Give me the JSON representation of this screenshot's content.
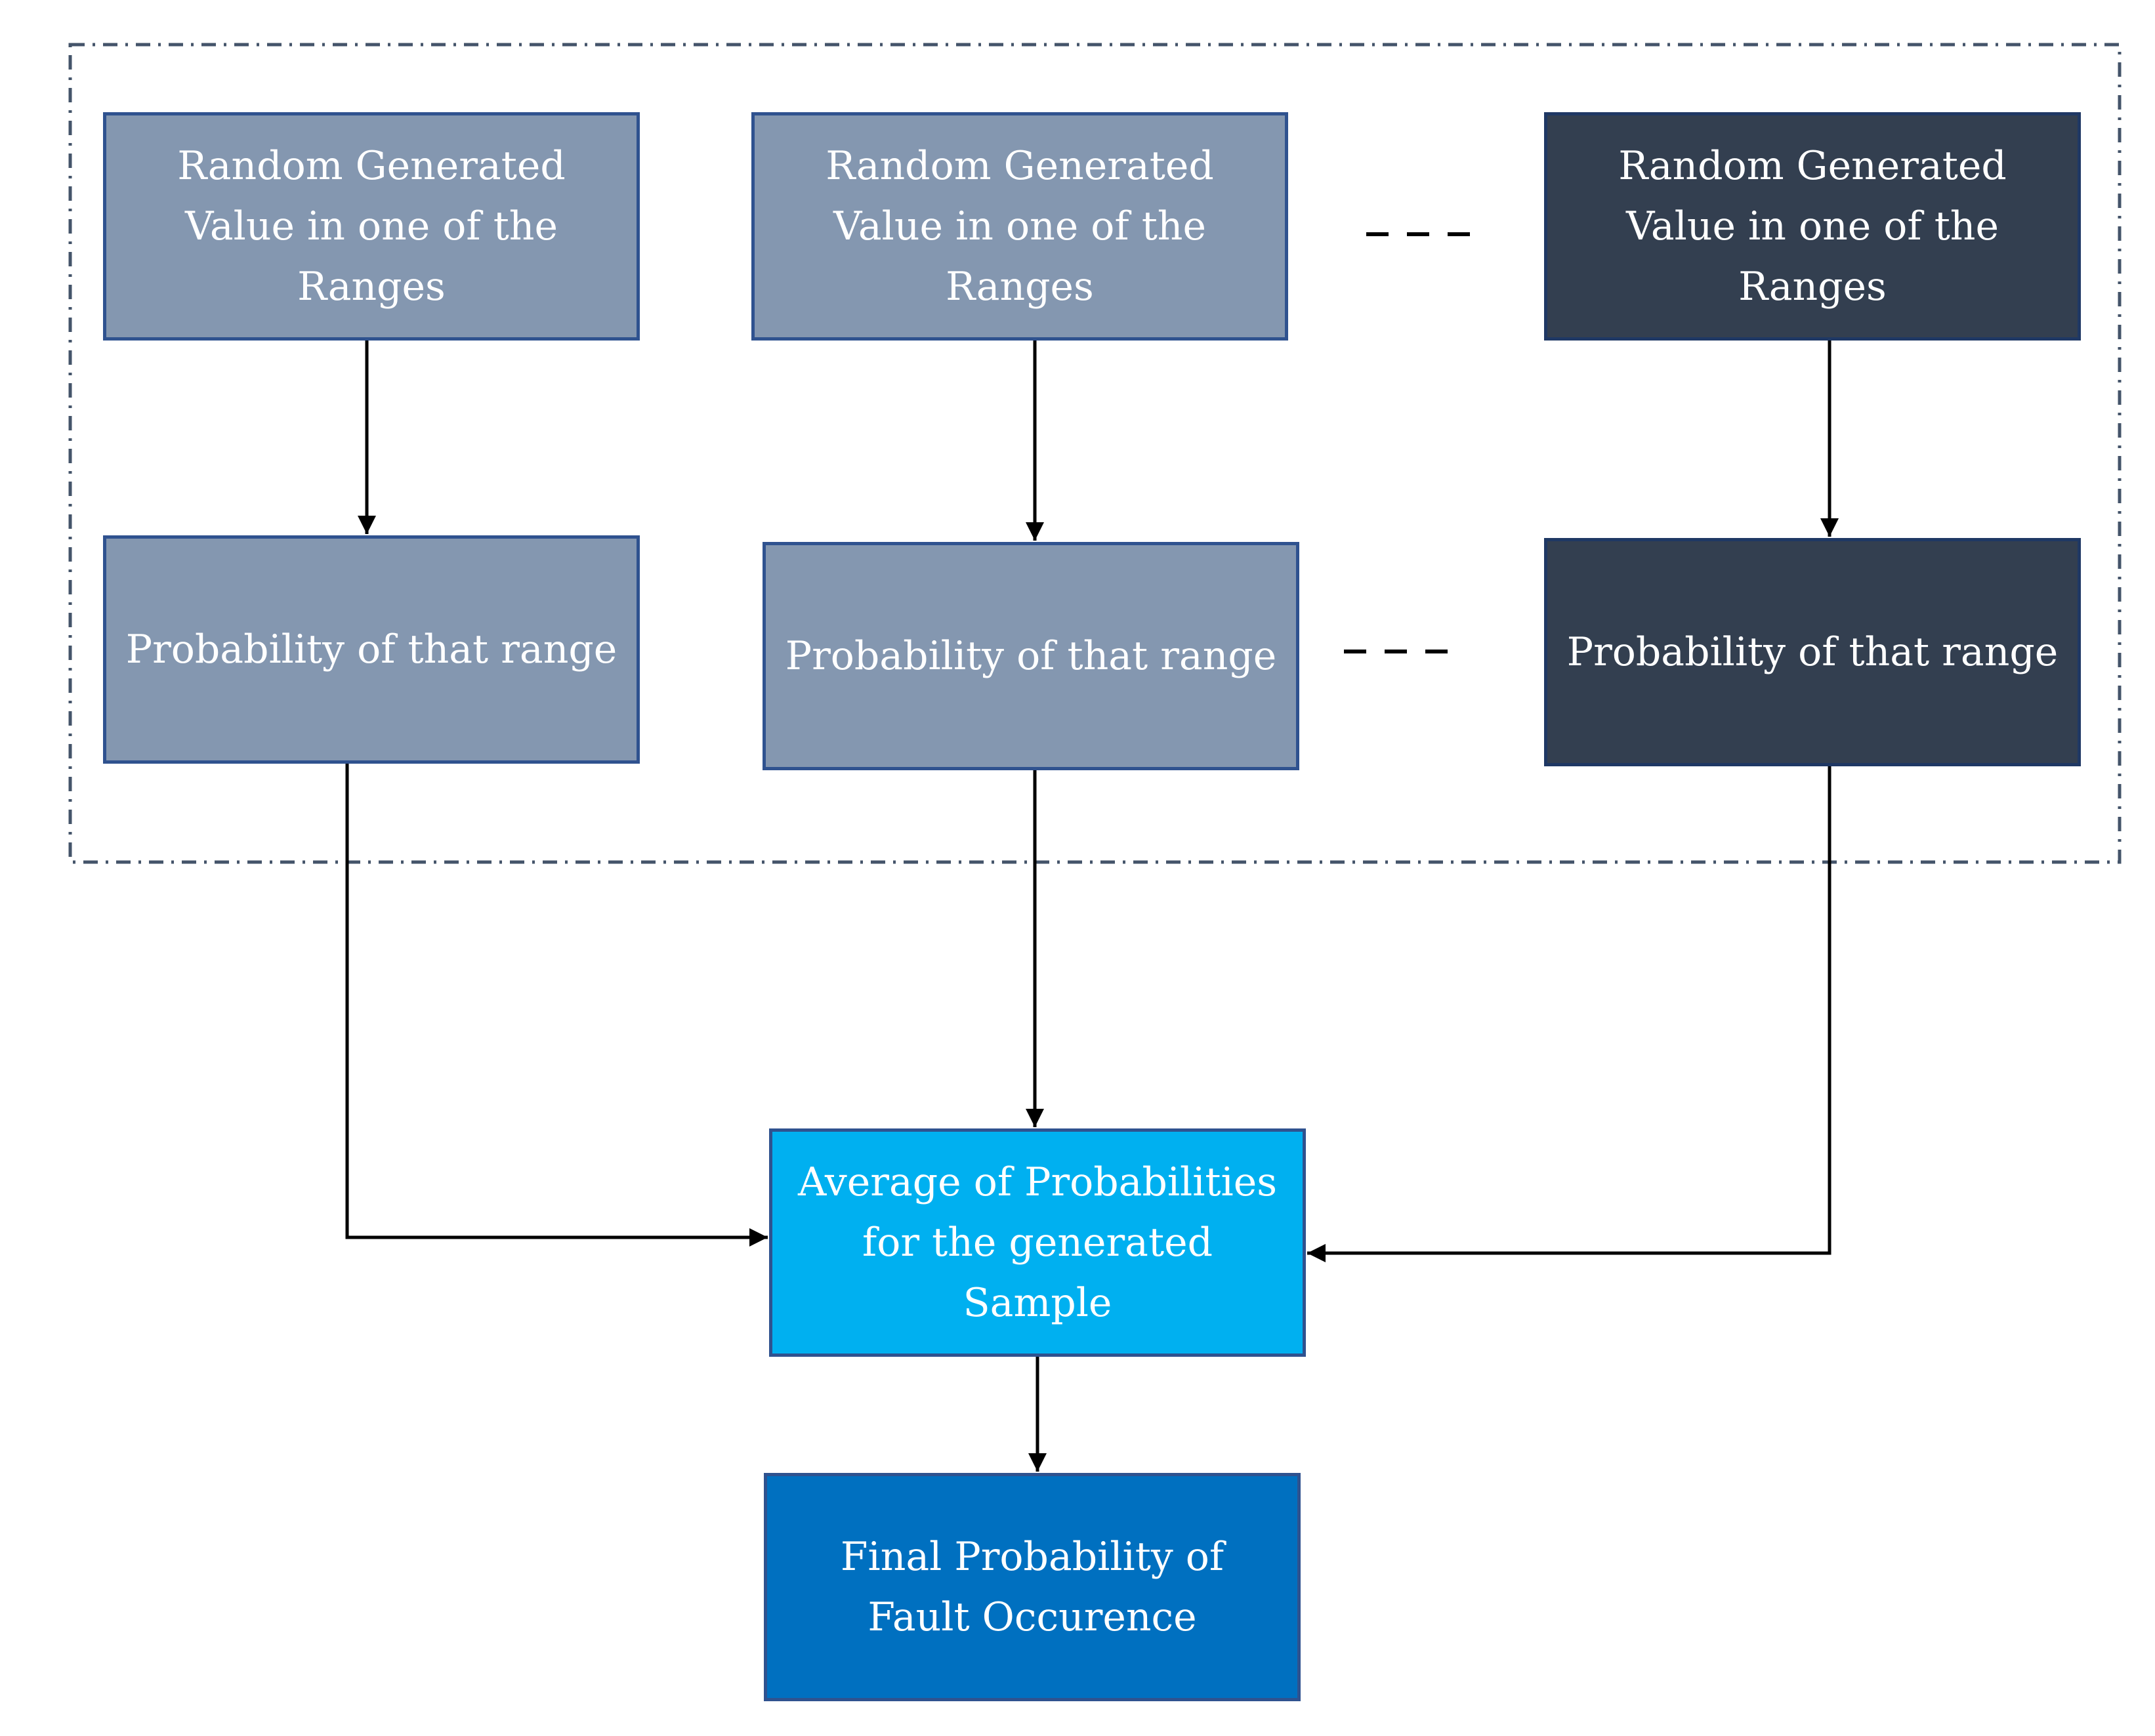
{
  "nodes": {
    "random_value_1": "Random Generated Value in one of the Ranges",
    "random_value_2": "Random Generated Value in one of the Ranges",
    "random_value_3": "Random Generated Value in one of the Ranges",
    "probability_1": "Probability of that range",
    "probability_2": "Probability of that range",
    "probability_3": "Probability of that range",
    "average": "Average of Probabilities for the generated Sample",
    "final": "Final Probability of Fault Occurence"
  },
  "colors": {
    "light_box": "#8497b0",
    "dark_box": "#333f50",
    "average_box": "#00b0f0",
    "final_box": "#0070c0",
    "border": "#2f528f",
    "dashed_group_border": "#44546a",
    "arrow": "#000000"
  },
  "edges": [
    [
      "random_value_1",
      "probability_1"
    ],
    [
      "random_value_2",
      "probability_2"
    ],
    [
      "random_value_3",
      "probability_3"
    ],
    [
      "probability_1",
      "average"
    ],
    [
      "probability_2",
      "average"
    ],
    [
      "probability_3",
      "average"
    ],
    [
      "average",
      "final"
    ]
  ]
}
